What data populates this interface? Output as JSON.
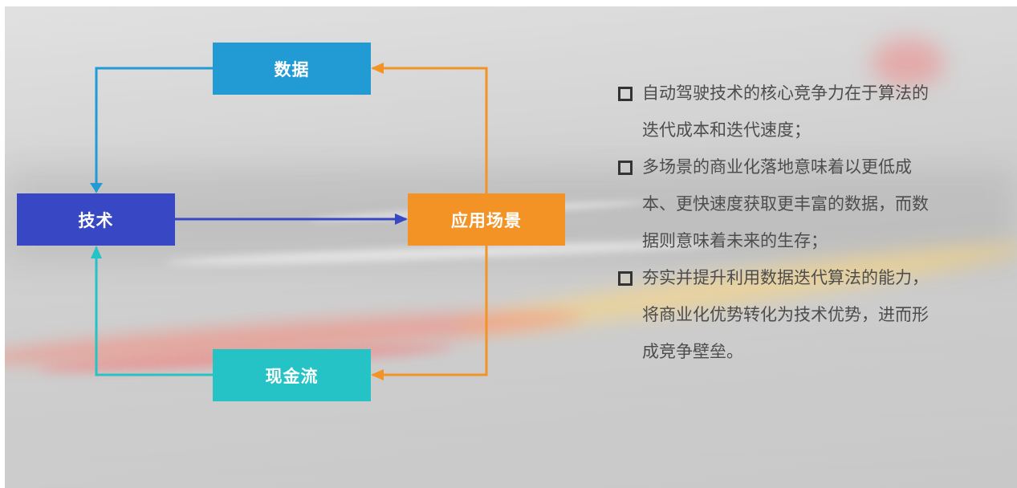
{
  "diagram": {
    "nodes": {
      "data": "数据",
      "tech": "技术",
      "scene": "应用场景",
      "cash": "现金流"
    },
    "colors": {
      "data": "#229bd5",
      "tech": "#3847c4",
      "scene": "#f39326",
      "cash": "#25c3c5"
    }
  },
  "notes": [
    "自动驾驶技术的核心竞争力在于算法的迭代成本和迭代速度；",
    "多场景的商业化落地意味着以更低成本、更快速度获取更丰富的数据，而数据则意味着未来的生存；",
    "夯实并提升利用数据迭代算法的能力，将商业化优势转化为技术优势，进而形成竞争壁垒。"
  ]
}
